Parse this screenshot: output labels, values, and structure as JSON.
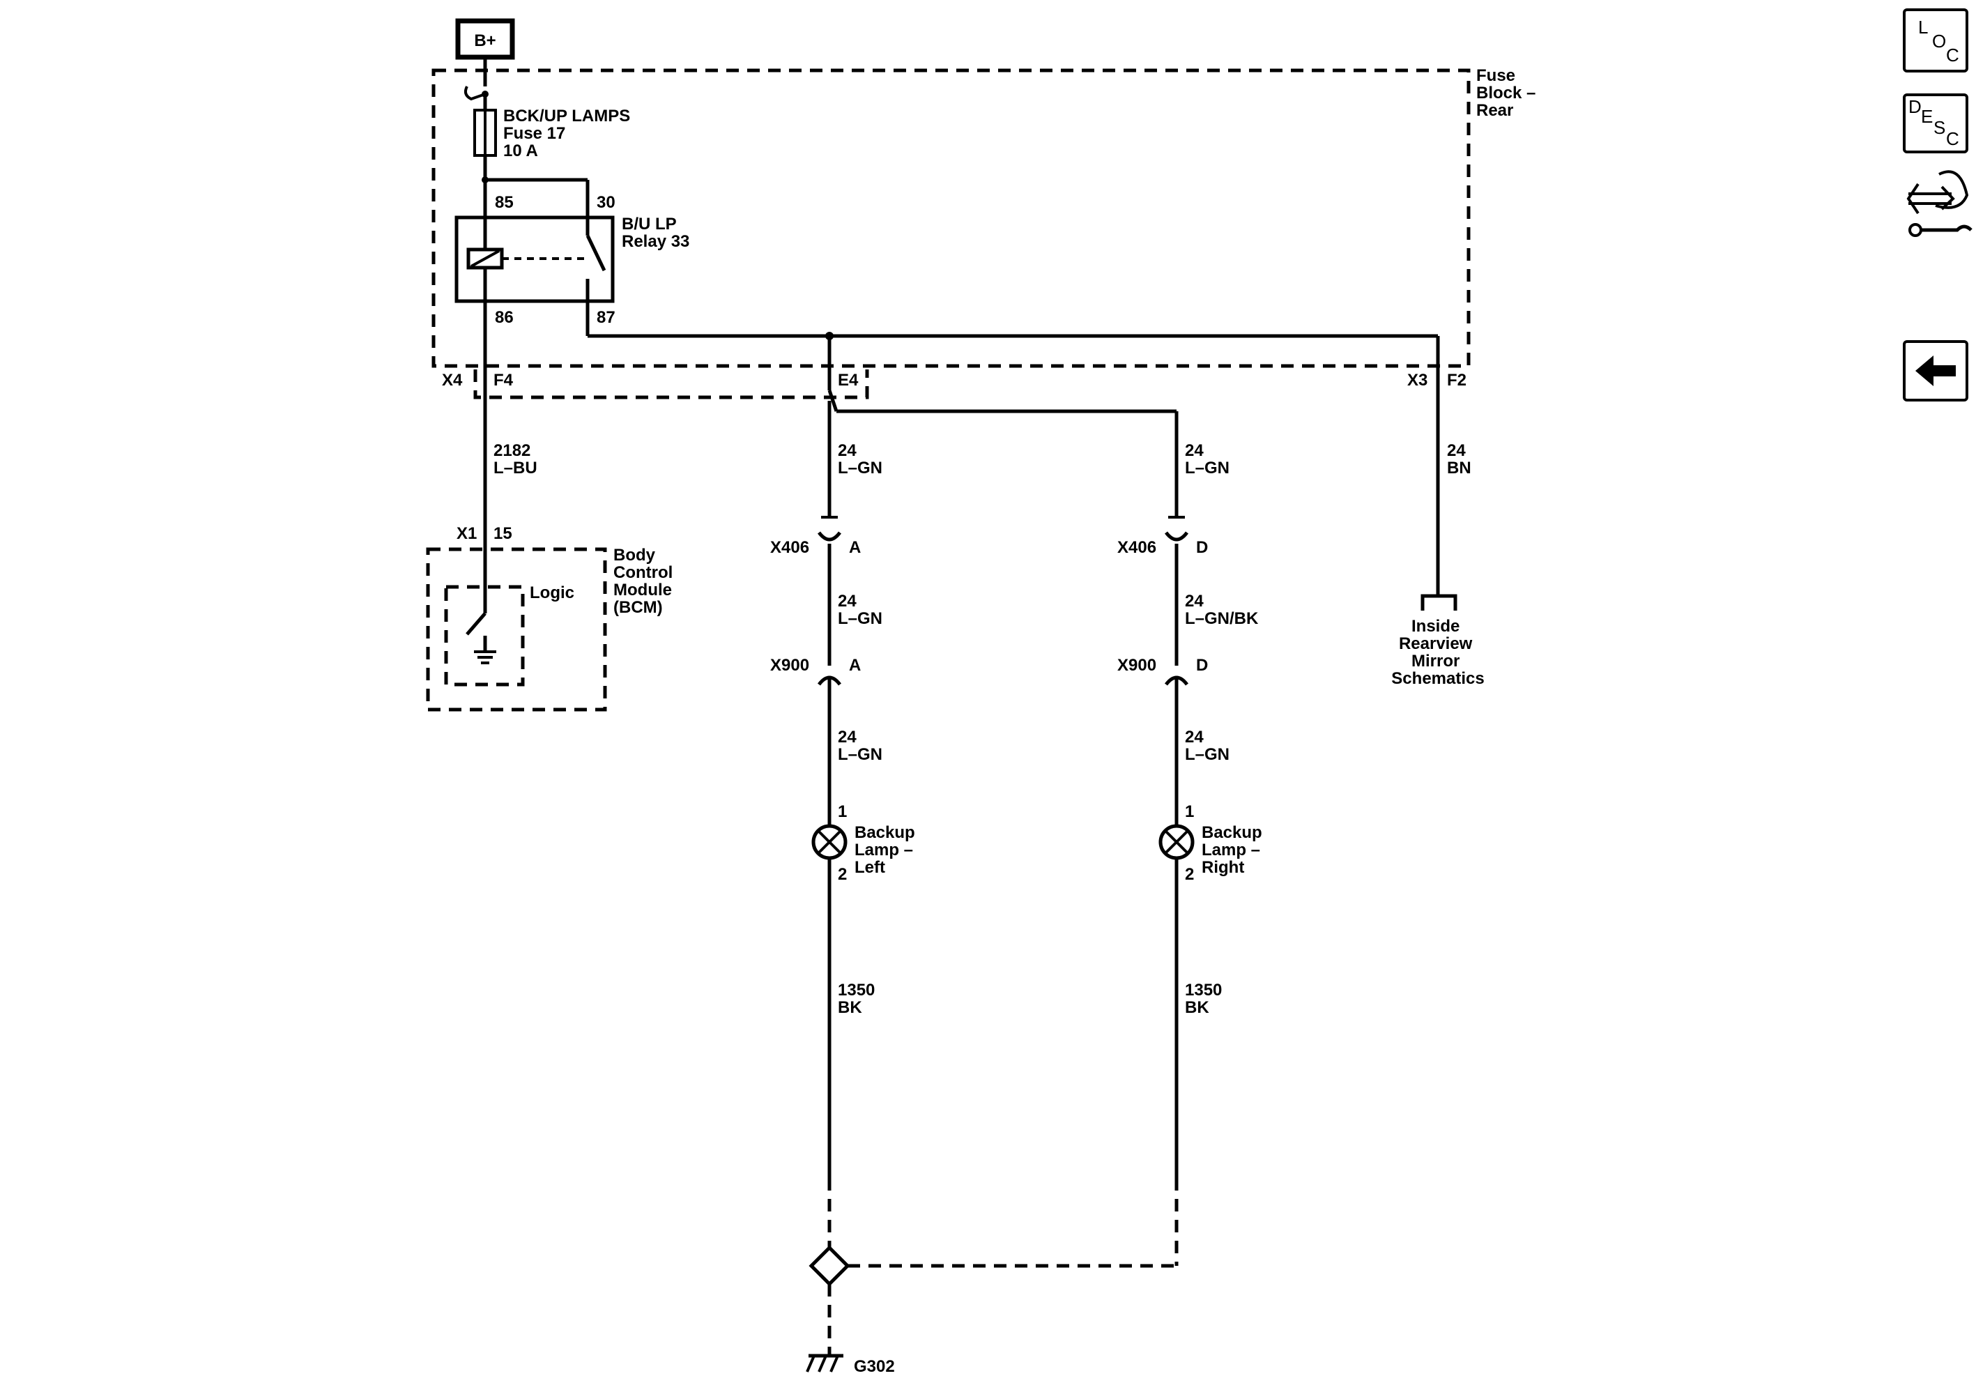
{
  "power": {
    "label": "B+"
  },
  "fuse_block": {
    "label_lines": [
      "Fuse",
      "Block –",
      "Rear"
    ]
  },
  "fuse": {
    "label_lines": [
      "BCK/UP LAMPS",
      "Fuse 17",
      "10 A"
    ]
  },
  "relay": {
    "label_lines": [
      "B/U LP",
      "Relay 33"
    ],
    "pins": {
      "p85": "85",
      "p30": "30",
      "p86": "86",
      "p87": "87"
    }
  },
  "connectors": {
    "x4": "X4",
    "f4": "F4",
    "e4": "E4",
    "x3": "X3",
    "f2": "F2",
    "x1": "X1",
    "pin15": "15",
    "x406_left": "X406",
    "x406_left_pin": "A",
    "x406_right": "X406",
    "x406_right_pin": "D",
    "x900_left": "X900",
    "x900_left_pin": "A",
    "x900_right": "X900",
    "x900_right_pin": "D"
  },
  "wires": {
    "bcm_circuit": [
      "2182",
      "L–BU"
    ],
    "left_top": [
      "24",
      "L–GN"
    ],
    "right_top": [
      "24",
      "L–GN"
    ],
    "mirror": [
      "24",
      "BN"
    ],
    "left_mid": [
      "24",
      "L–GN"
    ],
    "right_mid": [
      "24",
      "L–GN/BK"
    ],
    "left_low": [
      "24",
      "L–GN"
    ],
    "right_low": [
      "24",
      "L–GN"
    ],
    "left_ground": [
      "1350",
      "BK"
    ],
    "right_ground": [
      "1350",
      "BK"
    ]
  },
  "bcm": {
    "label_lines": [
      "Body",
      "Control",
      "Module",
      "(BCM)"
    ],
    "logic_label": "Logic"
  },
  "mirror_ref": {
    "label_lines": [
      "Inside",
      "Rearview",
      "Mirror",
      "Schematics"
    ]
  },
  "lamps": {
    "left": {
      "label_lines": [
        "Backup",
        "Lamp –",
        "Left"
      ],
      "pin1": "1",
      "pin2": "2"
    },
    "right": {
      "label_lines": [
        "Backup",
        "Lamp –",
        "Right"
      ],
      "pin1": "1",
      "pin2": "2"
    }
  },
  "ground": {
    "label": "G302"
  },
  "nav": {
    "loc": {
      "l": "L",
      "o": "O",
      "c": "C",
      "icon": "location-icon"
    },
    "desc": {
      "d": "D",
      "e": "E",
      "s": "S",
      "c": "C",
      "icon": "description-icon"
    },
    "connector_icon": "connector-repair-icon",
    "back_icon": "back-arrow-icon"
  }
}
